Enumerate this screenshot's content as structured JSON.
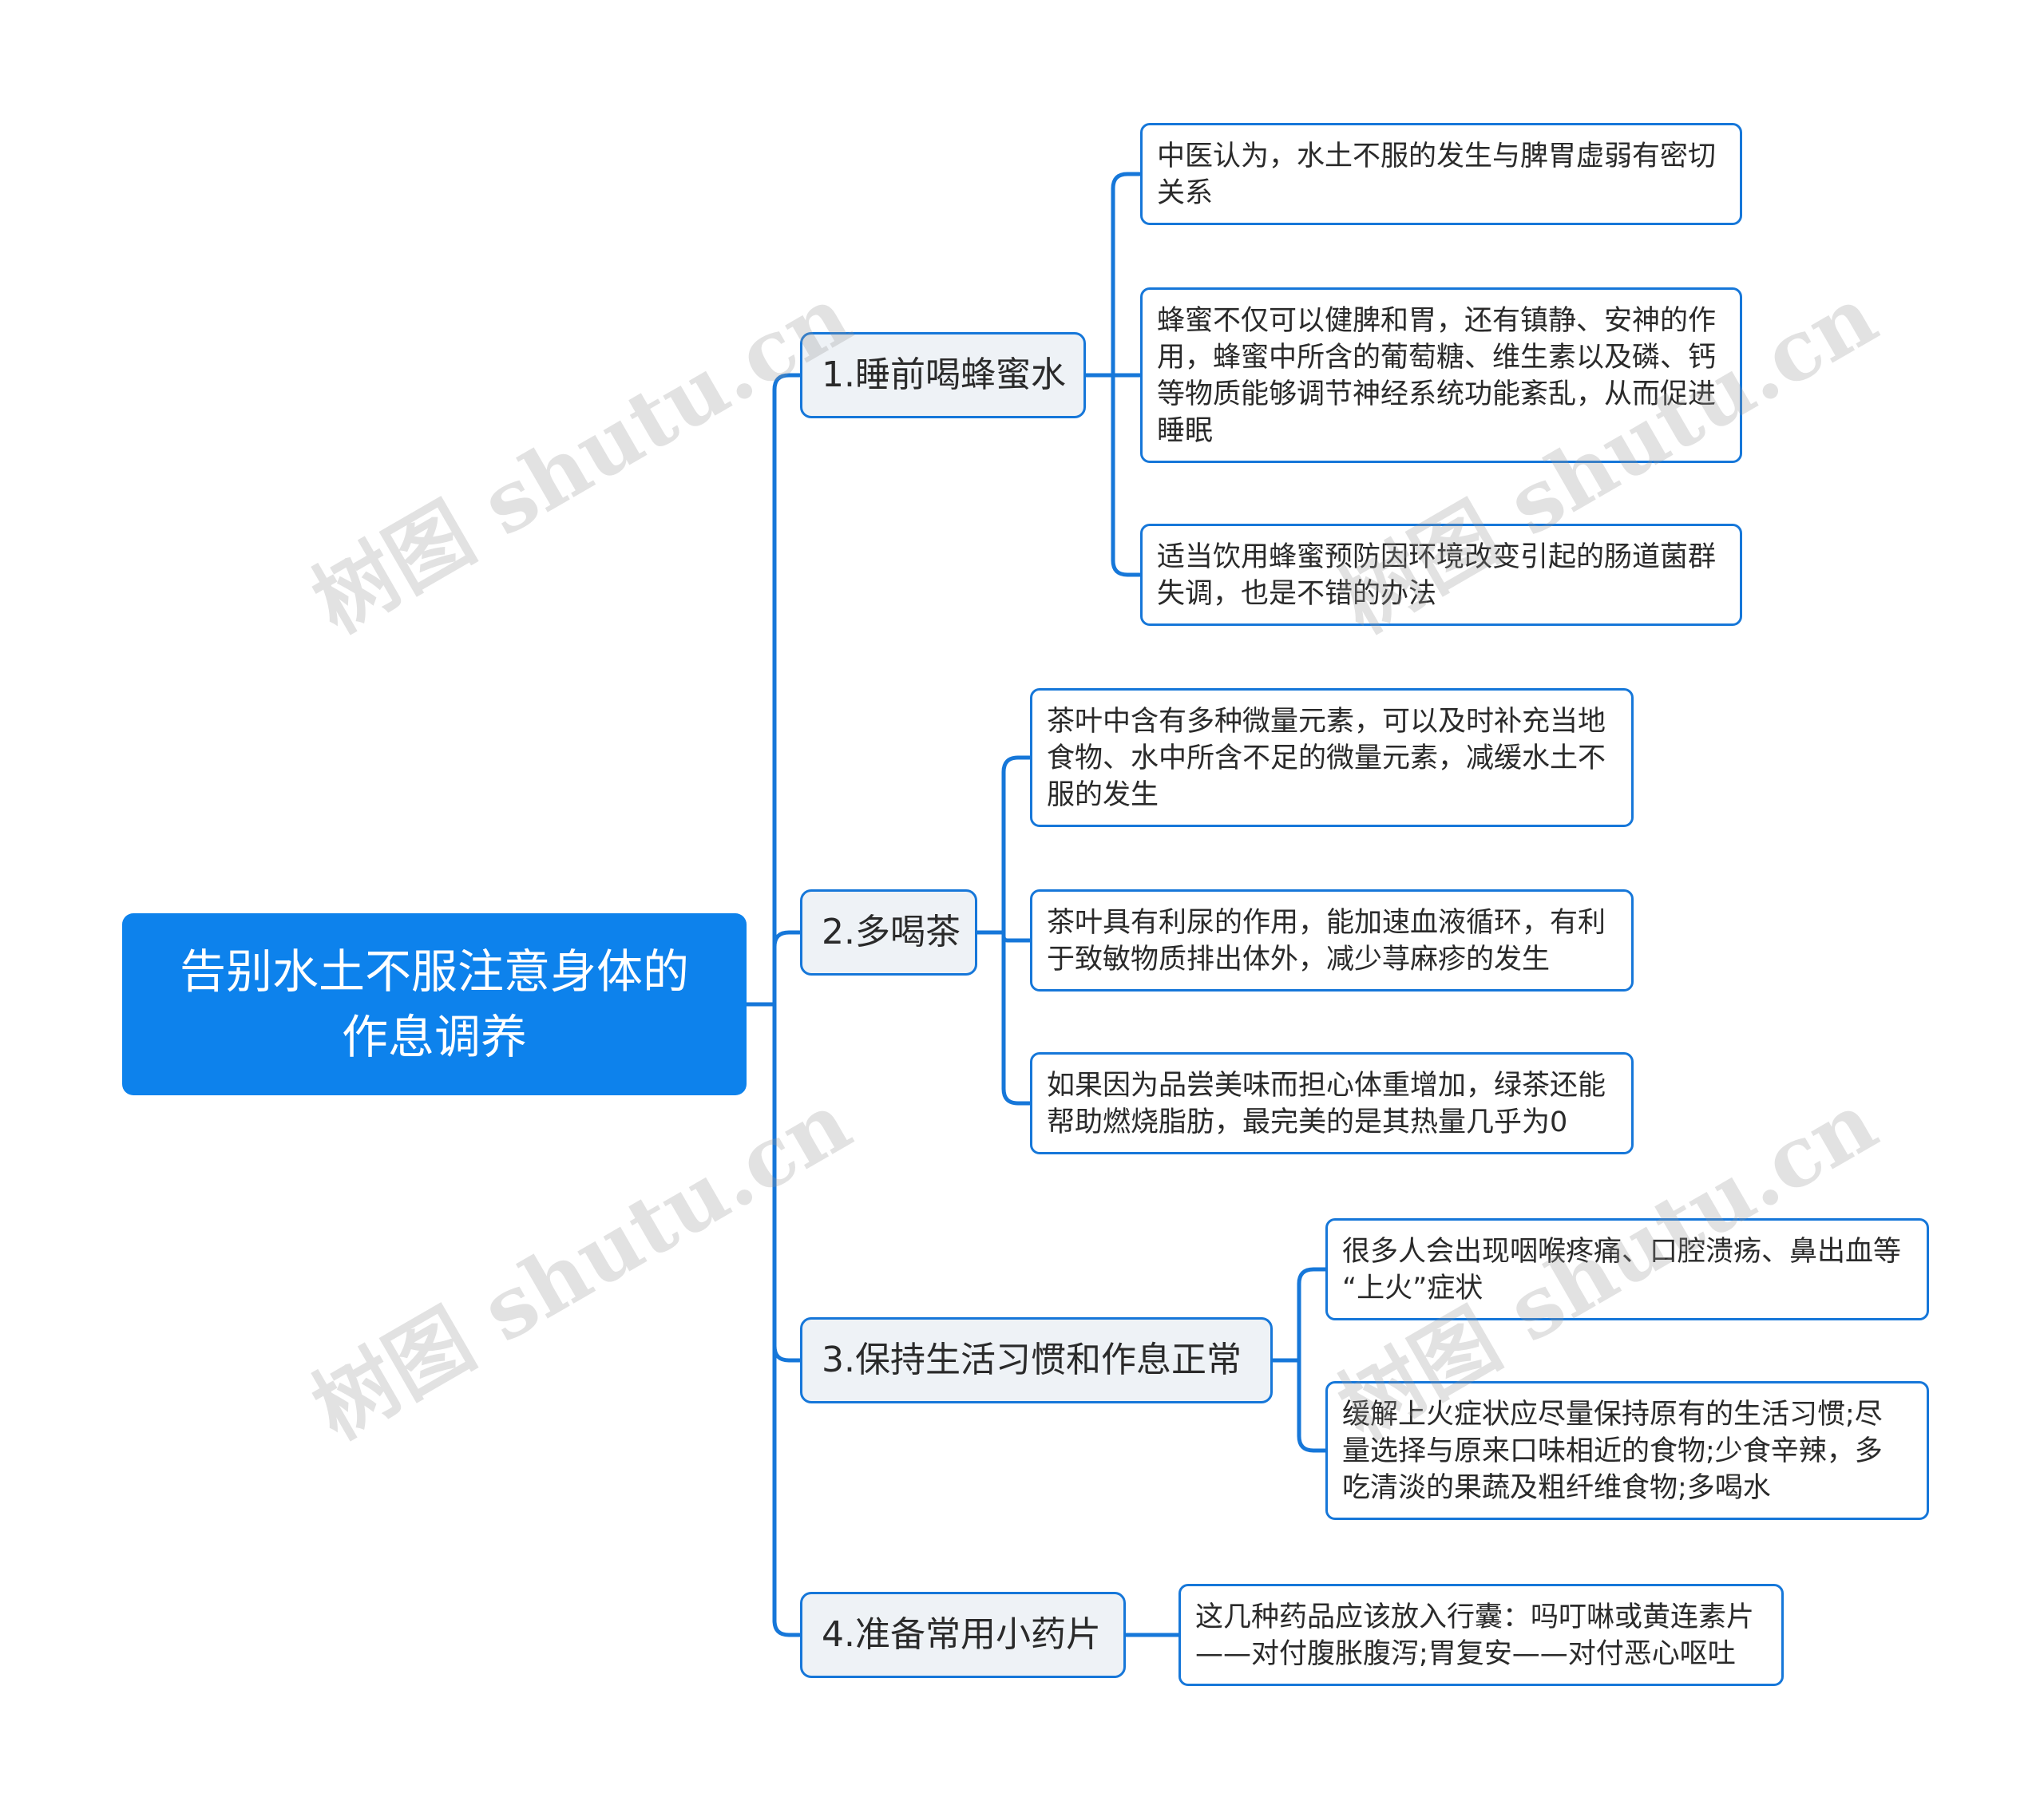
{
  "root": {
    "lines": [
      "告别水土不服注意身体的",
      "作息调养"
    ]
  },
  "branches": [
    {
      "label": "1.睡前喝蜂蜜水",
      "leaves": [
        {
          "lines": [
            "中医认为，水土不服的发生与脾胃虚弱有密切",
            "关系"
          ]
        },
        {
          "lines": [
            "蜂蜜不仅可以健脾和胃，还有镇静、安神的作",
            "用，蜂蜜中所含的葡萄糖、维生素以及磷、钙",
            "等物质能够调节神经系统功能紊乱，从而促进",
            "睡眠"
          ]
        },
        {
          "lines": [
            "适当饮用蜂蜜预防因环境改变引起的肠道菌群",
            "失调，也是不错的办法"
          ]
        }
      ]
    },
    {
      "label": "2.多喝茶",
      "leaves": [
        {
          "lines": [
            "茶叶中含有多种微量元素，可以及时补充当地",
            "食物、水中所含不足的微量元素，减缓水土不",
            "服的发生"
          ]
        },
        {
          "lines": [
            "茶叶具有利尿的作用，能加速血液循环，有利",
            "于致敏物质排出体外，减少荨麻疹的发生"
          ]
        },
        {
          "lines": [
            "如果因为品尝美味而担心体重增加，绿茶还能",
            "帮助燃烧脂肪，最完美的是其热量几乎为0"
          ]
        }
      ]
    },
    {
      "label": "3.保持生活习惯和作息正常",
      "leaves": [
        {
          "lines": [
            "很多人会出现咽喉疼痛、口腔溃疡、鼻出血等",
            "“上火”症状"
          ]
        },
        {
          "lines": [
            "缓解上火症状应尽量保持原有的生活习惯;尽",
            "量选择与原来口味相近的食物;少食辛辣，多",
            "吃清淡的果蔬及粗纤维食物;多喝水"
          ]
        }
      ]
    },
    {
      "label": "4.准备常用小药片",
      "leaves": [
        {
          "lines": [
            "这几种药品应该放入行囊：吗叮啉或黄连素片",
            "——对付腹胀腹泻;胃复安——对付恶心呕吐"
          ]
        }
      ]
    }
  ],
  "watermark": "树图 shutu.cn",
  "colors": {
    "accent": "#0d82ec",
    "line": "#1677d9",
    "branch_bg": "#eef2f6"
  }
}
